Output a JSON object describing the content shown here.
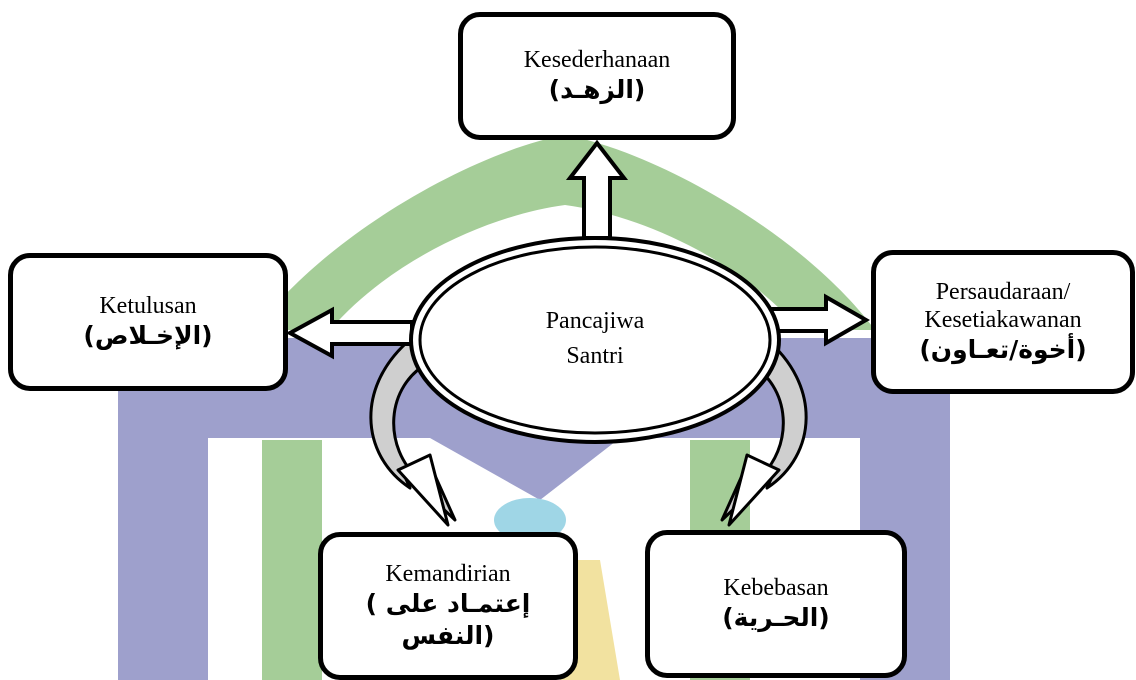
{
  "diagram": {
    "center": {
      "line1": "Pancajiwa",
      "line2": "Santri"
    },
    "nodes": {
      "top": {
        "latin": "Kesederhanaan",
        "arabic": "(الزهـد)"
      },
      "left": {
        "latin": "Ketulusan",
        "arabic": "(الإخـلاص)"
      },
      "right": {
        "latin_1": "Persaudaraan/",
        "latin_2": "Kesetiakawanan",
        "arabic": "(أخوة/تعـاون)"
      },
      "bottom_left": {
        "latin": "Kemandirian",
        "arabic_1": "إعتمـاد على )",
        "arabic_2": "(النفس"
      },
      "bottom_right": {
        "latin": "Kebebasan",
        "arabic": "(الحـرية)"
      }
    },
    "colors": {
      "background_green": "#a5cd98",
      "background_blue": "#9ea0cc",
      "background_yellow": "#f2e2a0",
      "background_teal": "#9fd6e6",
      "outline": "#000000",
      "arrow_fill": "#ffffff",
      "curved_arrow_shade": "#cfcfcf"
    }
  }
}
